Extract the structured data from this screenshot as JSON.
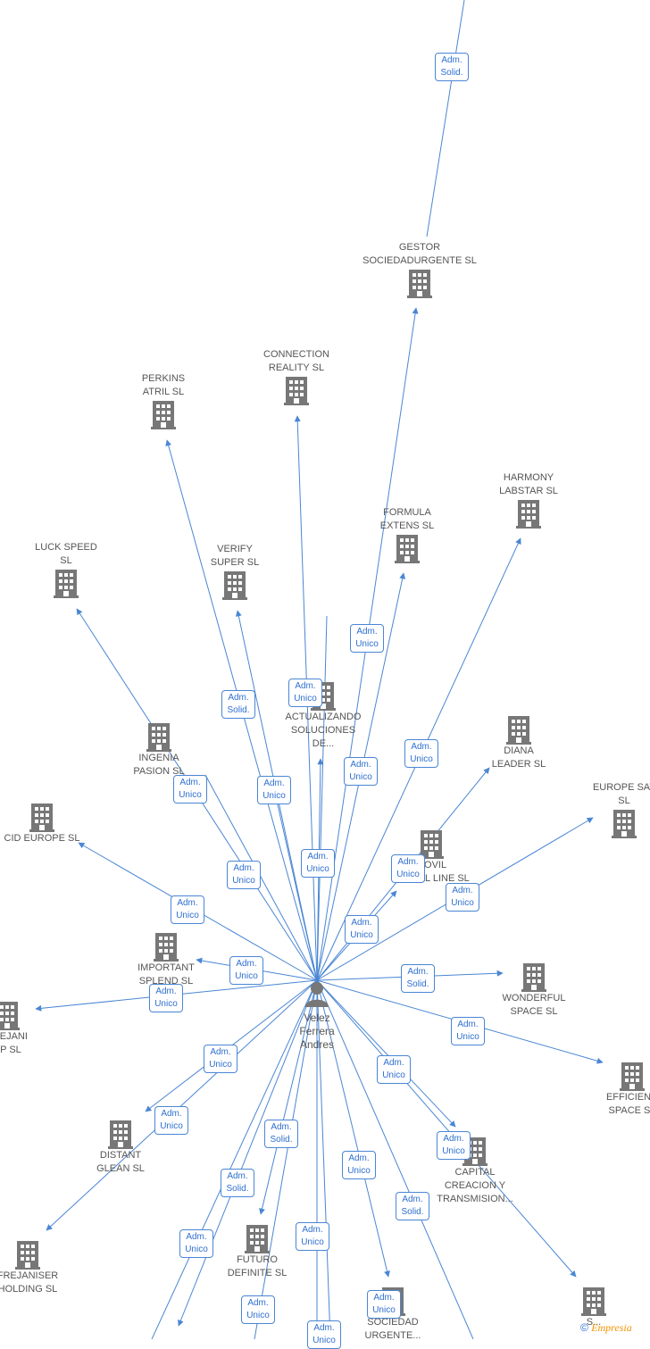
{
  "center": {
    "name": "Velez\nFerrera\nAndres",
    "icon": "person-icon"
  },
  "colors": {
    "edge": "#4a86d4",
    "badge_text": "#2f6fcf",
    "node_icon": "#777777",
    "label": "#555555"
  },
  "companies": [
    {
      "id": "gestor",
      "label": "GESTOR\nSOCIEDADURGENTE SL"
    },
    {
      "id": "connection",
      "label": "CONNECTION\nREALITY SL"
    },
    {
      "id": "perkins",
      "label": "PERKINS\nATRIL SL"
    },
    {
      "id": "harmony",
      "label": "HARMONY\nLABSTAR SL"
    },
    {
      "id": "formula",
      "label": "FORMULA\nEXTENS SL"
    },
    {
      "id": "luckspeed",
      "label": "LUCK SPEED\nSL"
    },
    {
      "id": "verify",
      "label": "VERIFY\nSUPER SL"
    },
    {
      "id": "actualizando",
      "label": "ACTUALIZANDO\nSOLUCIONES\nDE..."
    },
    {
      "id": "ingenia",
      "label": "INGENIA\nPASION SL"
    },
    {
      "id": "diana",
      "label": "DIANA\nLEADER SL"
    },
    {
      "id": "europesat",
      "label": "EUROPE SAT\nSL"
    },
    {
      "id": "cid",
      "label": "CID EUROPE SL"
    },
    {
      "id": "movil",
      "label": "MOVIL\nDIGITAL LINE SL"
    },
    {
      "id": "important",
      "label": "IMPORTANT\nSPLEND SL"
    },
    {
      "id": "wonderful",
      "label": "WONDERFUL\nSPACE SL"
    },
    {
      "id": "frejaniup",
      "label": "FREJANI\nUP SL"
    },
    {
      "id": "efficienc",
      "label": "EFFICIENC\nSPACE SL"
    },
    {
      "id": "distant",
      "label": "DISTANT\nGLEAN SL"
    },
    {
      "id": "capital",
      "label": "CAPITAL\nCREACION Y\nTRANSMISION..."
    },
    {
      "id": "frejaniser",
      "label": "FREJANISER\nHOLDING SL"
    },
    {
      "id": "futuro",
      "label": "FUTURO\nDEFINITE SL"
    },
    {
      "id": "sociedad",
      "label": "SOCIEDAD\nURGENTE..."
    },
    {
      "id": "bottomright",
      "label": "S..."
    }
  ],
  "relations": [
    {
      "id": "r-top",
      "label": "Adm.\nSolid."
    },
    {
      "id": "r-formula",
      "label": "Adm.\nUnico"
    },
    {
      "id": "r-harmony",
      "label": "Adm.\nUnico"
    },
    {
      "id": "r-perkins",
      "label": "Adm.\nSolid."
    },
    {
      "id": "r-connection",
      "label": "Adm.\nUnico"
    },
    {
      "id": "r-gestor",
      "label": "Adm.\nUnico"
    },
    {
      "id": "r-luckspeed",
      "label": "Adm.\nUnico"
    },
    {
      "id": "r-verify",
      "label": "Adm.\nUnico"
    },
    {
      "id": "r-ingenia",
      "label": "Adm.\nUnico"
    },
    {
      "id": "r-actualizando",
      "label": "Adm.\nUnico"
    },
    {
      "id": "r-diana",
      "label": "Adm.\nUnico"
    },
    {
      "id": "r-europesat",
      "label": "Adm.\nUnico"
    },
    {
      "id": "r-cid",
      "label": "Adm.\nUnico"
    },
    {
      "id": "r-movil",
      "label": "Adm.\nUnico"
    },
    {
      "id": "r-important",
      "label": "Adm.\nUnico"
    },
    {
      "id": "r-frejaniup",
      "label": "Adm.\nUnico"
    },
    {
      "id": "r-wonderful",
      "label": "Adm.\nSolid."
    },
    {
      "id": "r-efficienc",
      "label": "Adm.\nUnico"
    },
    {
      "id": "r-distant",
      "label": "Adm.\nUnico"
    },
    {
      "id": "r-frejaniser",
      "label": "Adm.\nUnico"
    },
    {
      "id": "r-bottomright",
      "label": "Adm.\nUnico"
    },
    {
      "id": "r-capital",
      "label": "Adm.\nSolid."
    },
    {
      "id": "r-futuro",
      "label": "Adm.\nUnico"
    },
    {
      "id": "r-solid-left",
      "label": "Adm.\nSolid."
    },
    {
      "id": "r-sociedad",
      "label": "Adm.\nUnico"
    },
    {
      "id": "r-solid-bottom",
      "label": "Adm.\nSolid."
    },
    {
      "id": "r-bottom-left",
      "label": "Adm.\nUnico"
    },
    {
      "id": "r-bottom-mid",
      "label": "Adm.\nUnico"
    },
    {
      "id": "r-bottom-center",
      "label": "Adm.\nUnico"
    },
    {
      "id": "r-bottom-center2",
      "label": "Adm.\nUnico"
    },
    {
      "id": "r-sociedad2",
      "label": "Adm.\nUnico"
    }
  ],
  "footer": {
    "symbol": "©",
    "brand": "Empresia"
  }
}
